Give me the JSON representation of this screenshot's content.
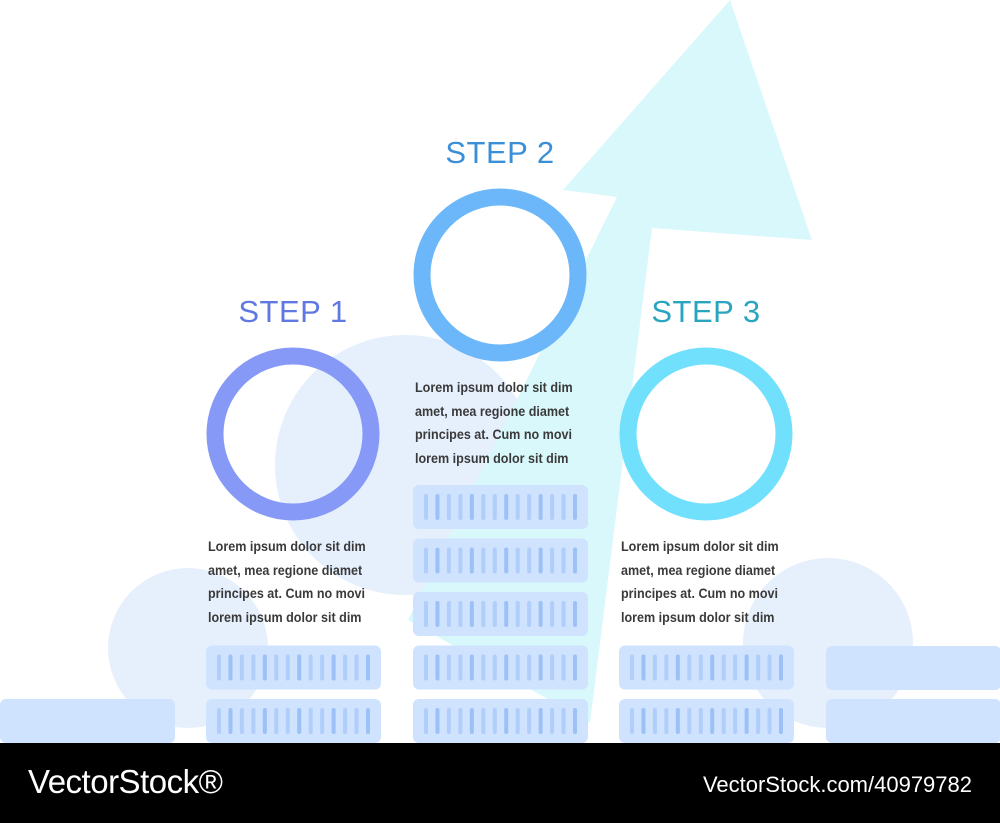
{
  "colors": {
    "step1": "#8799f6",
    "step2": "#6bb7f9",
    "step3": "#71e0fc",
    "step1_title": "#5f79e0",
    "step2_title": "#3b8fd6",
    "step3_title": "#29a5bf",
    "arrow": "#d9f8fb",
    "coin": "#cfe2fe",
    "coin_stripe": "#8ab5f3",
    "background_blob": "#e6f0fd"
  },
  "steps": [
    {
      "title": "STEP 1",
      "text": [
        "Lorem ipsum dolor sit dim",
        "amet, mea regione diamet",
        "principes at. Cum no movi",
        "lorem ipsum dolor sit dim"
      ]
    },
    {
      "title": "STEP 2",
      "text": [
        "Lorem ipsum dolor sit dim",
        "amet, mea regione diamet",
        "principes at. Cum no movi",
        "lorem ipsum dolor sit dim"
      ]
    },
    {
      "title": "STEP 3",
      "text": [
        "Lorem ipsum dolor sit dim",
        "amet, mea regione diamet",
        "principes at. Cum no movi",
        "lorem ipsum dolor sit dim"
      ]
    }
  ],
  "coin_stacks": {
    "step1": 2,
    "step2": 5,
    "step3": 2
  },
  "footer": {
    "brand": "VectorStock®",
    "credit": "VectorStock.com/40979782"
  },
  "icons": {
    "arrow": "trend-arrow-icon",
    "coins": "coin-stack-icon"
  }
}
